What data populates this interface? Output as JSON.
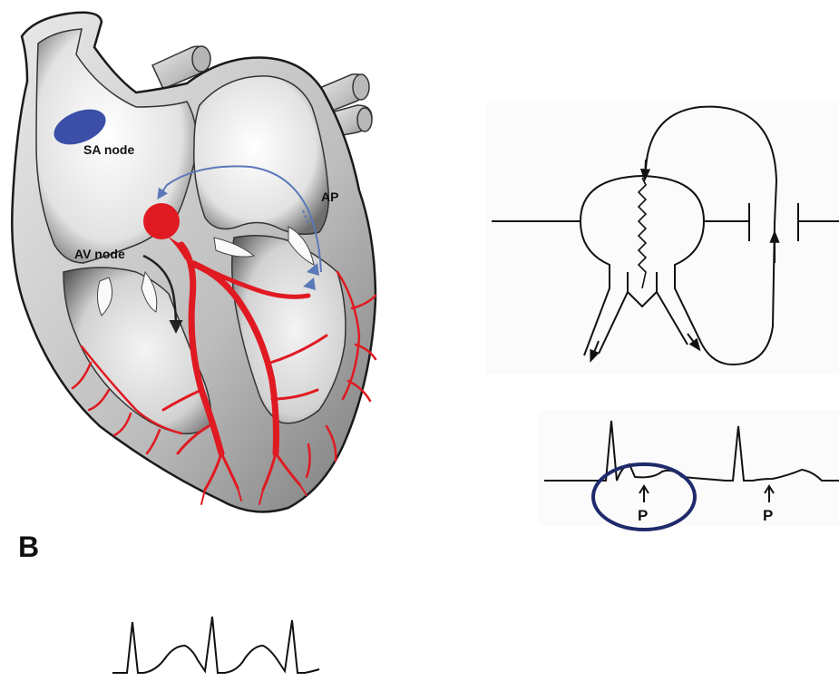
{
  "heart": {
    "labels": {
      "sa_node": "SA node",
      "av_node": "AV node",
      "ap": "AP"
    }
  },
  "panel_b": {
    "label": "B"
  },
  "ecg_inset": {
    "p_label_1": "P",
    "p_label_2": "P"
  },
  "colors": {
    "conduction": "#e01a22",
    "sa_node": "#3b4fa8",
    "ap_path": "#5b78b8",
    "outline": "#1a1a1a",
    "circle": "#1f2a6b"
  }
}
